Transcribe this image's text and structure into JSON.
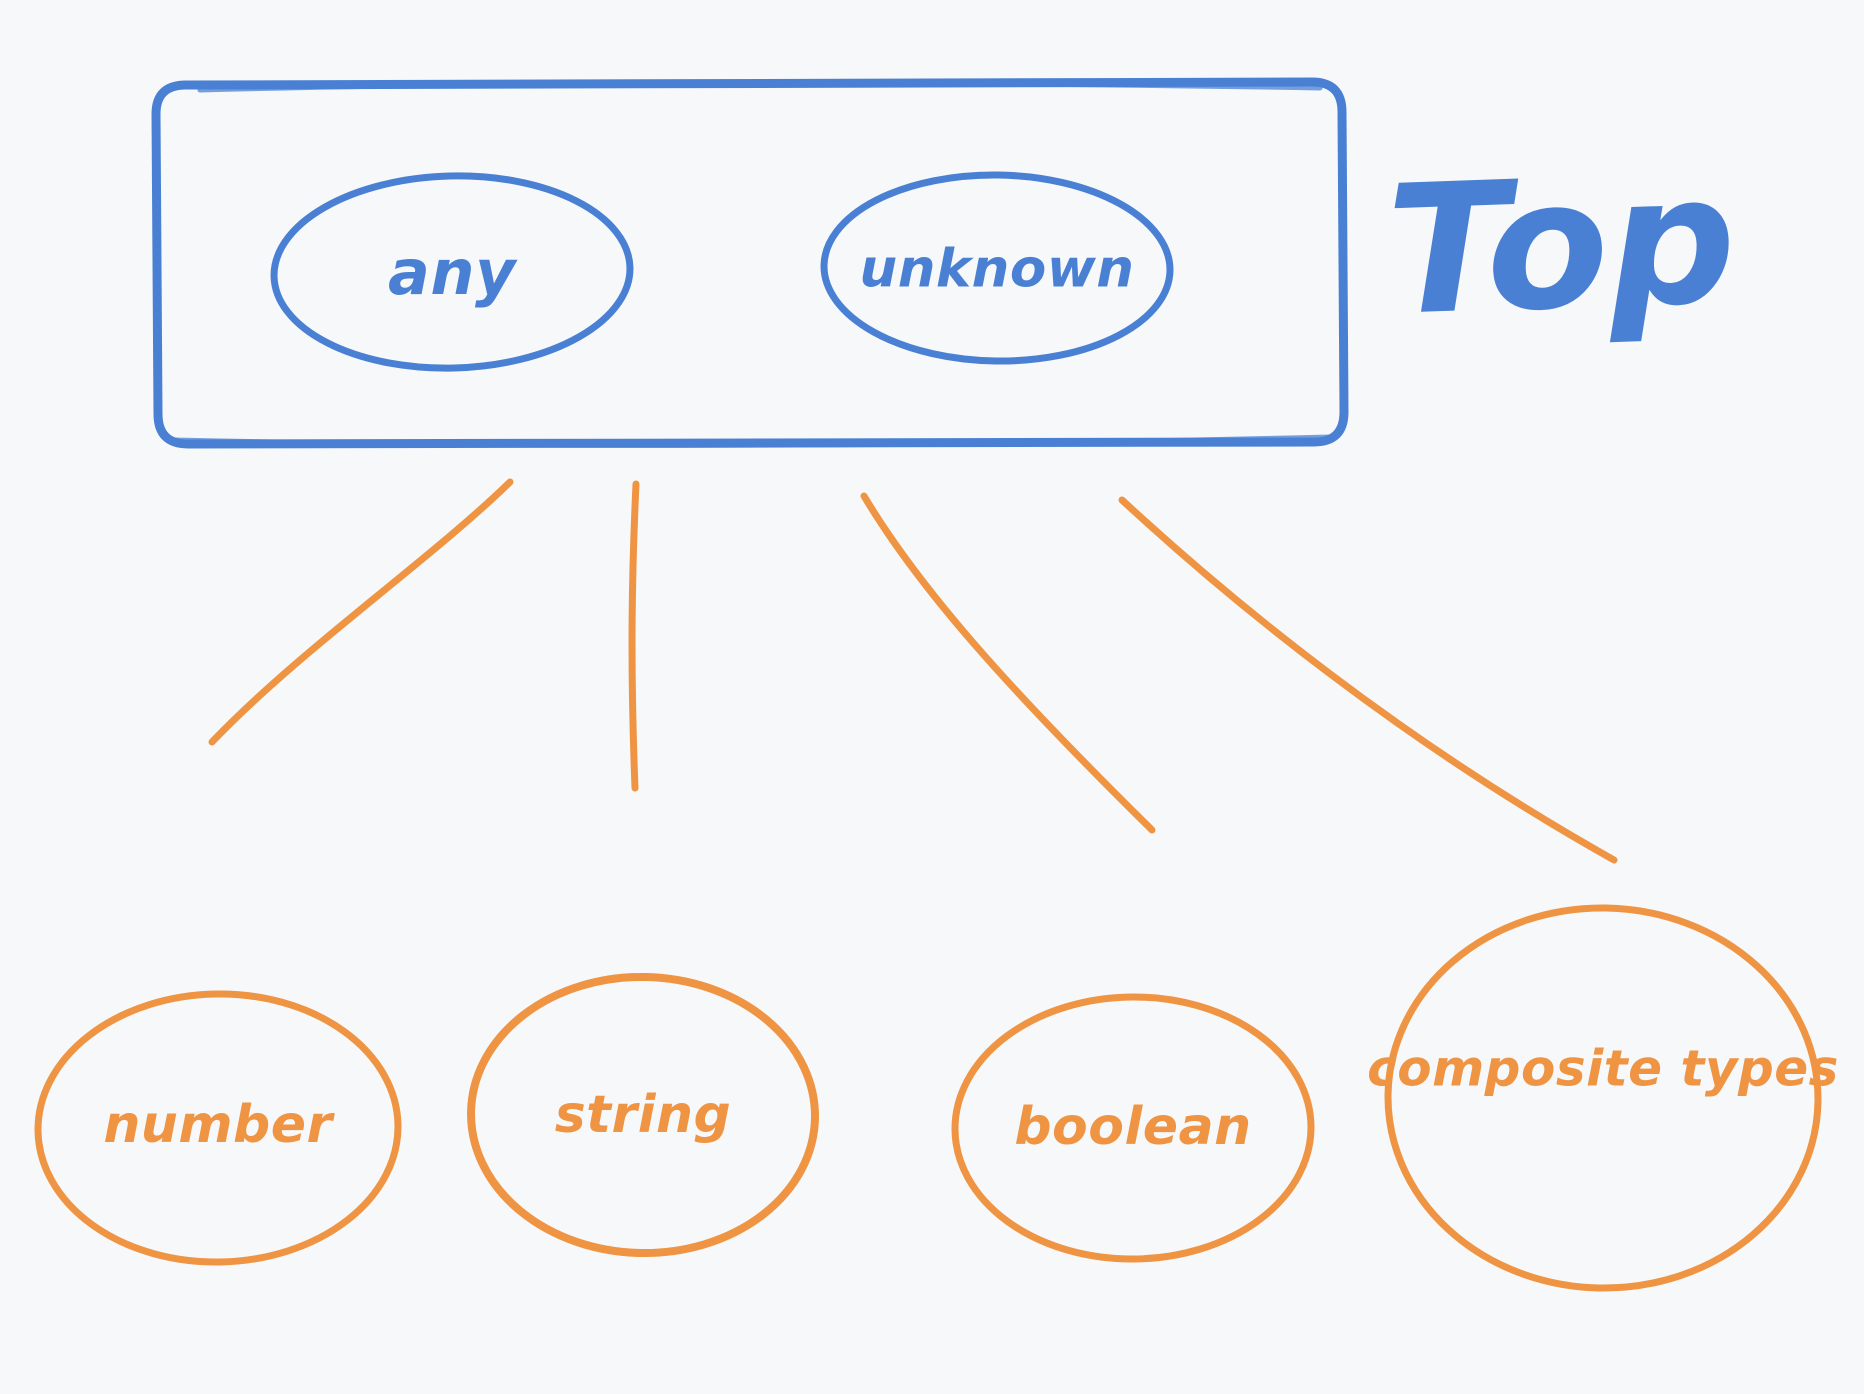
{
  "diagram": {
    "title_label": "Top",
    "background_color": "#f7f8fa",
    "top_color": "#4a80d4",
    "bottom_color": "#ef9443",
    "top_group": {
      "name": "top-types-box",
      "border_color": "#4a80d4",
      "nodes": [
        {
          "id": "any",
          "label": "any",
          "color": "#4a80d4"
        },
        {
          "id": "unknown",
          "label": "unknown",
          "color": "#4a80d4"
        }
      ]
    },
    "subtypes": [
      {
        "id": "number",
        "label": "number",
        "color": "#ef9443"
      },
      {
        "id": "string",
        "label": "string",
        "color": "#ef9443"
      },
      {
        "id": "boolean",
        "label": "boolean",
        "color": "#ef9443"
      },
      {
        "id": "composite-types",
        "label": "composite types",
        "color": "#ef9443"
      }
    ],
    "connectors": [
      {
        "id": "connector-number",
        "from": "top-types-box",
        "to": "number",
        "color": "#ef9443"
      },
      {
        "id": "connector-string",
        "from": "top-types-box",
        "to": "string",
        "color": "#ef9443"
      },
      {
        "id": "connector-boolean",
        "from": "top-types-box",
        "to": "boolean",
        "color": "#ef9443"
      },
      {
        "id": "connector-composite",
        "from": "top-types-box",
        "to": "composite-types",
        "color": "#ef9443"
      }
    ]
  }
}
